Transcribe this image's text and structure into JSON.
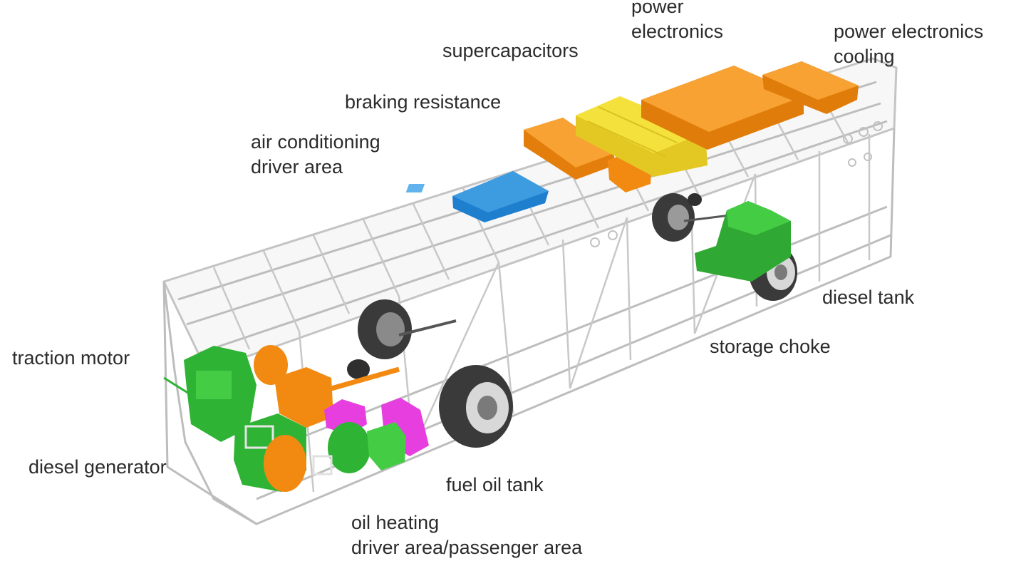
{
  "labels": {
    "power_electronics": [
      "power",
      "electronics"
    ],
    "power_electronics_cooling": [
      "power electronics",
      "cooling"
    ],
    "supercapacitors": [
      "supercapacitors"
    ],
    "braking_resistance": [
      "braking resistance"
    ],
    "air_conditioning": [
      "air conditioning",
      "driver area"
    ],
    "diesel_tank": [
      "diesel tank"
    ],
    "storage_choke": [
      "storage choke"
    ],
    "traction_motor": [
      "traction motor"
    ],
    "diesel_generator": [
      "diesel generator"
    ],
    "fuel_oil_tank": [
      "fuel oil tank"
    ],
    "oil_heating": [
      "oil heating",
      "driver area/passenger area"
    ]
  },
  "colors": {
    "frame": "#b9b9b9",
    "orange": "#f28a12",
    "orange_light": "#f7a233",
    "yellow": "#f5e13c",
    "blue": "#1e7fcf",
    "green": "#35c23a",
    "magenta": "#e73ee0",
    "tire": "#3a3a3a",
    "text": "#2b2b2b"
  }
}
